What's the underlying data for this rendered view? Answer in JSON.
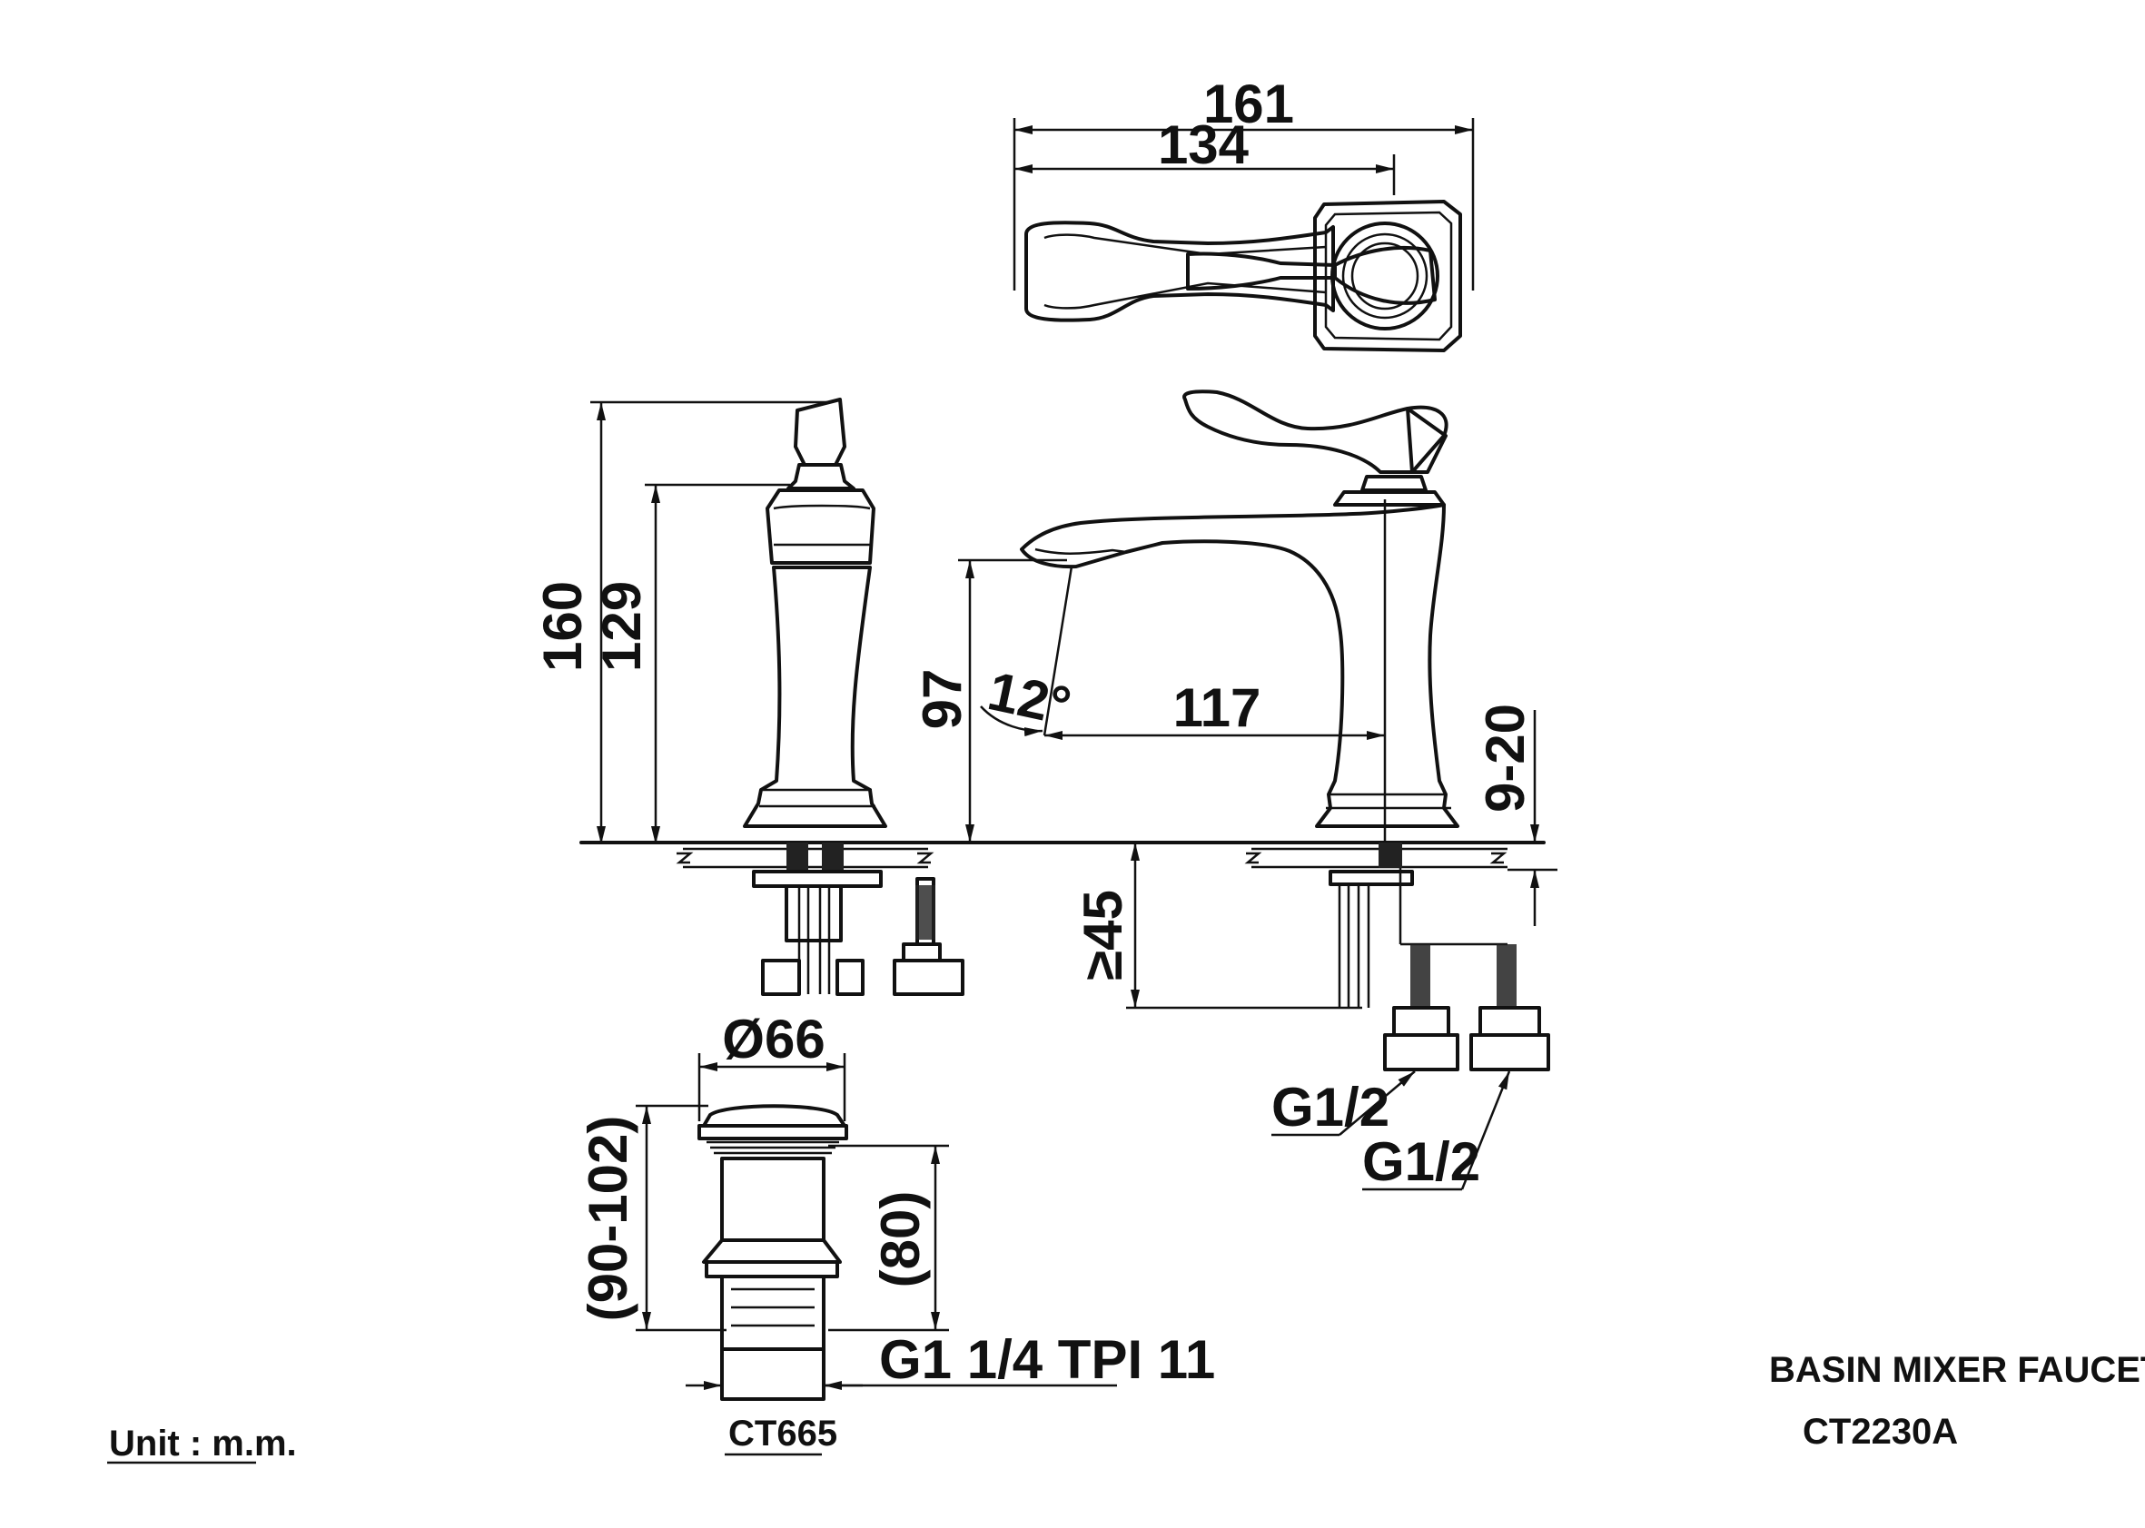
{
  "dimensions": {
    "top_overall_width": "161",
    "top_spout_width": "134",
    "side_total_height": "160",
    "side_body_height": "129",
    "spout_height": "97",
    "spout_angle": "12°",
    "spout_reach": "117",
    "deck_thickness": "9-20",
    "min_below_deck": "≥45",
    "drain_diameter": "Ø66",
    "drain_length_range": "(90-102)",
    "drain_body_length": "(80)",
    "drain_thread": "G1 1/4 TPI 11",
    "inlet_thread_1": "G1/2",
    "inlet_thread_2": "G1/2"
  },
  "labels": {
    "product_name": "BASIN MIXER  FAUCET",
    "model_number": "CT2230A",
    "drain_model": "CT665",
    "unit_note": "Unit : m.m."
  }
}
